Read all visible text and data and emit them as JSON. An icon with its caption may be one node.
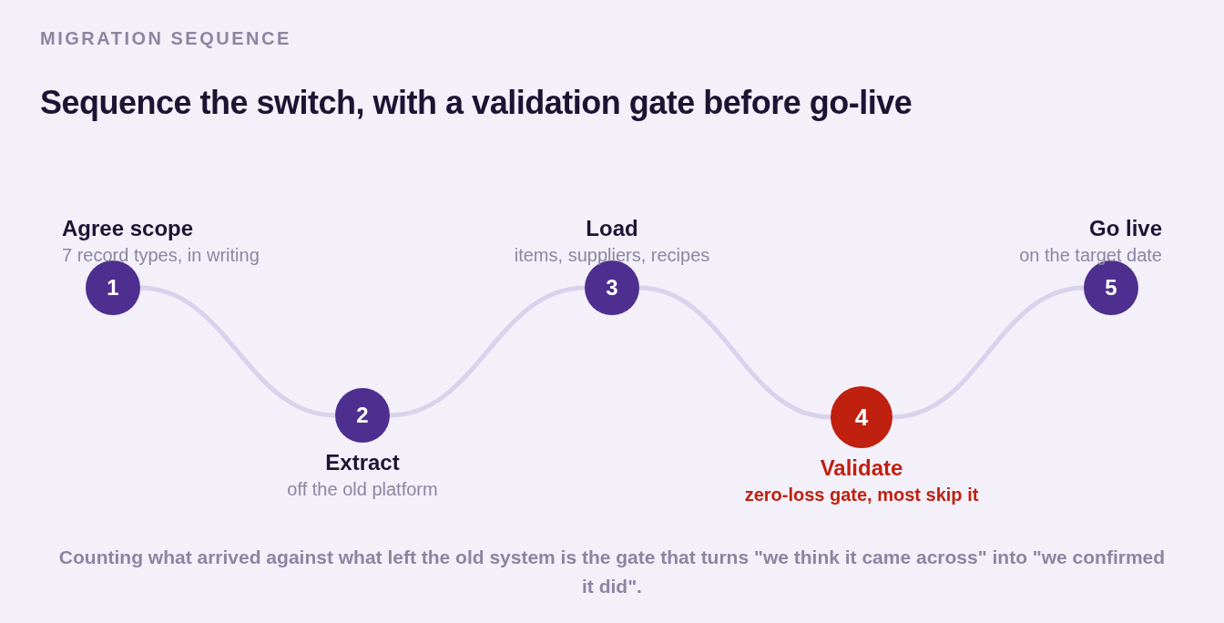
{
  "diagram": {
    "title": "Sequence the switch, with a validation gate before go-live",
    "caption": "Counting what arrived against what left the old system is the gate that turns \"we think it came across\" into \"we confirmed it did\".",
    "nodes": [
      {
        "text": [
          "1"
        ],
        "beside": [
          "Agree scope",
          "7 record types, in writing"
        ]
      },
      {
        "text": [
          "2"
        ],
        "beside": [
          "Extract",
          "off the old platform"
        ]
      },
      {
        "text": [
          "3"
        ],
        "beside": [
          "Load",
          "items, suppliers, recipes"
        ]
      },
      {
        "text": [
          "4"
        ],
        "beside": [
          "Validate",
          "zero-loss gate, most skip it"
        ]
      },
      {
        "text": [
          "5"
        ],
        "beside": [
          "Go live",
          "on the target date"
        ]
      }
    ],
    "edges": [
      {
        "from": 0,
        "to": 1,
        "arrow": "none"
      },
      {
        "from": 1,
        "to": 2,
        "arrow": "none"
      },
      {
        "from": 2,
        "to": 3,
        "arrow": "none"
      },
      {
        "from": 3,
        "to": 4,
        "arrow": "none"
      }
    ],
    "labels": [
      "MIGRATION SEQUENCE"
    ]
  }
}
